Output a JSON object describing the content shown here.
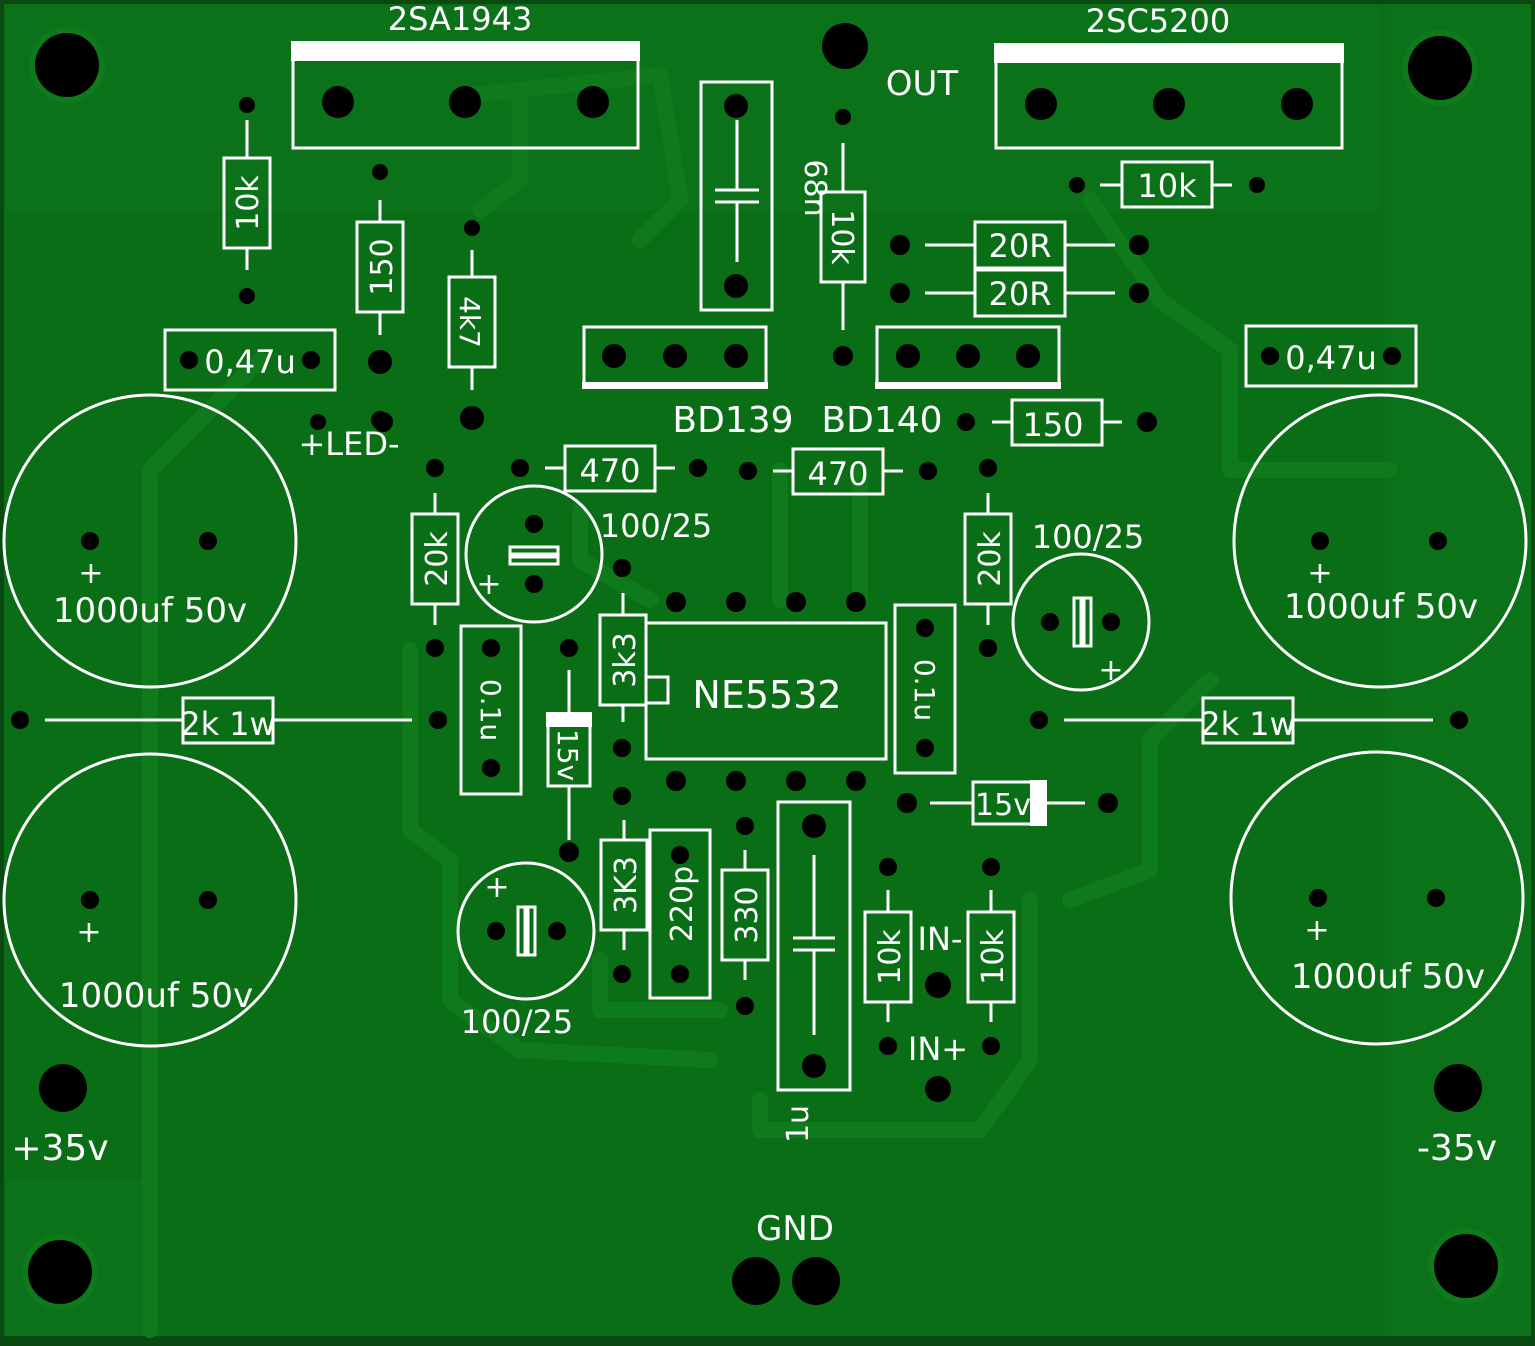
{
  "colors": {
    "board": "#0a6e17",
    "board_dark": "#0a4a12",
    "copper": "#0f7a1c",
    "silkscreen": "#ffffff",
    "pad": "#000000"
  },
  "transistors": {
    "power_pnp": "2SA1943",
    "power_npn": "2SC5200",
    "driver_npn": "BD139",
    "driver_pnp": "BD140"
  },
  "resistors": {
    "r_10k_topleft": "10k",
    "r_150_left": "150",
    "r_4k7": "4k7",
    "r_10k_top_center": "10k",
    "r_10k_top_right": "10k",
    "r_20r_a": "20R",
    "r_20r_b": "20R",
    "r_150_right": "150",
    "r_470_left": "470",
    "r_470_right": "470",
    "r_20k_left": "20k",
    "r_20k_right": "20k",
    "r_3k3_upper": "3k3",
    "r_3k3_lower": "3K3",
    "r_330": "330",
    "r_2k_left": "2k 1w",
    "r_2k_right": "2k 1w",
    "r_10k_in_minus": "10k",
    "r_10k_in_plus": "10k"
  },
  "capacitors": {
    "c_68n": "68n",
    "c_047_left": "0,47u",
    "c_047_right": "0,47u",
    "c_100_25_top": "100/25",
    "c_100_25_right": "100/25",
    "c_100_25_bottom": "100/25",
    "c_01_left": "0.1u",
    "c_01_right": "0.1u",
    "c_220p": "220p",
    "c_1u": "1u",
    "c_1000_tl": "1000uf 50v",
    "c_1000_bl": "1000uf 50v",
    "c_1000_tr": "1000uf 50v",
    "c_1000_br": "1000uf 50v",
    "plus": "+"
  },
  "diodes": {
    "zener_left": "15v",
    "zener_right": "15v"
  },
  "ic": {
    "label": "NE5532"
  },
  "connectors": {
    "out": "OUT",
    "gnd": "GND",
    "pos_supply": "+35v",
    "neg_supply": "-35v",
    "in_minus": "IN-",
    "in_plus": "IN+",
    "led": "+LED-"
  }
}
